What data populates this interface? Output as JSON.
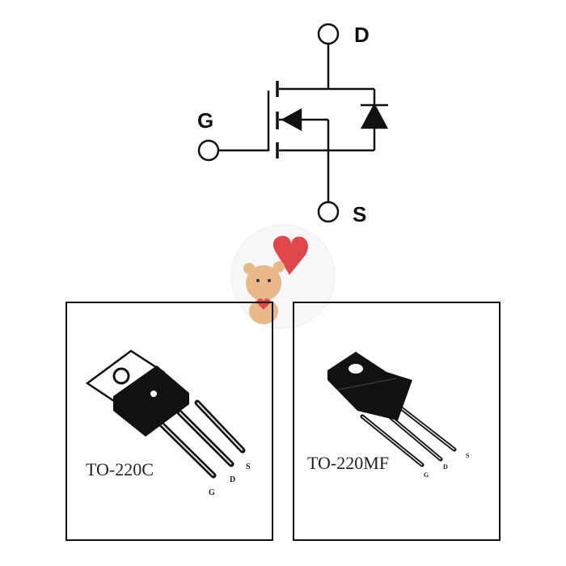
{
  "symbol": {
    "drain_label": "D",
    "gate_label": "G",
    "source_label": "S"
  },
  "packages": [
    {
      "name": "TO-220C",
      "pins": [
        "G",
        "D",
        "S"
      ]
    },
    {
      "name": "TO-220MF",
      "pins": [
        "G",
        "D",
        "S"
      ]
    }
  ],
  "colors": {
    "line": "#111111",
    "body": "#111111",
    "sticker_heart": "#e0474c"
  }
}
